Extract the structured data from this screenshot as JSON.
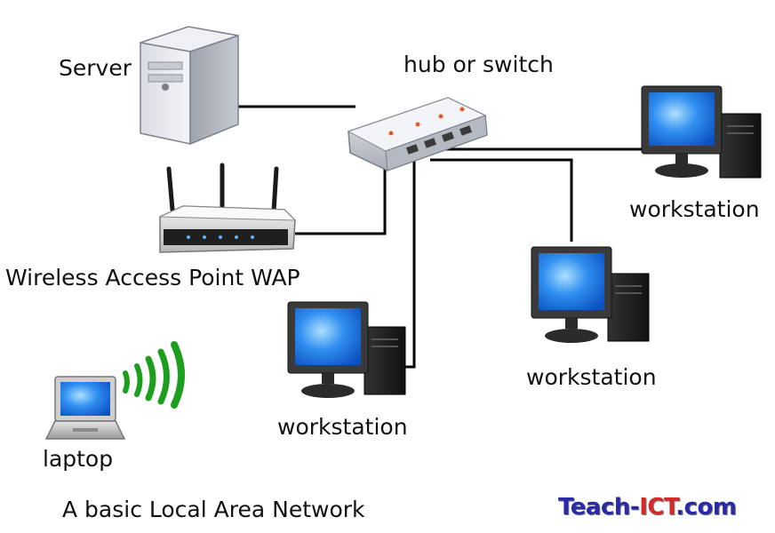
{
  "labels": {
    "server": "Server",
    "hub": "hub or switch",
    "wap": "Wireless Access Point WAP",
    "workstation_right": "workstation",
    "workstation_middle": "workstation",
    "workstation_left": "workstation",
    "laptop": "laptop"
  },
  "caption": "A basic Local Area Network",
  "brand": {
    "prefix": "Teach-",
    "accent": "ICT",
    "suffix": ".com"
  },
  "colors": {
    "cable": "#000000",
    "screen": "#2f8ff0",
    "wireless_signal": "#1e9e1e",
    "brand_text": "#2a2aa8",
    "brand_accent": "#d42a2a"
  },
  "icons": [
    "server-tower-icon",
    "network-switch-icon",
    "wireless-router-icon",
    "desktop-computer-icon",
    "laptop-icon",
    "wifi-signal-icon"
  ]
}
